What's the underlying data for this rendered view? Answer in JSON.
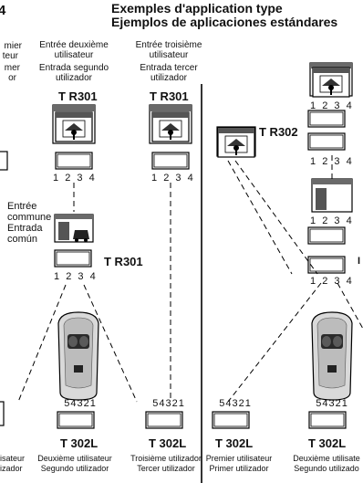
{
  "header": {
    "page_number": "4",
    "title_fr": "Exemples d'application type",
    "title_es": "Ejemplos de aplicaciones estándares"
  },
  "left": {
    "first_user_partial": [
      "mier",
      "teur",
      "mer",
      "or"
    ],
    "second_user": [
      "Entrée deuxième",
      "utilisateur",
      "Entrada segundo",
      "utilizador"
    ],
    "third_user": [
      "Entrée troisième",
      "utilisateur",
      "Entrada tercer",
      "utilizador"
    ],
    "receiver_model": "T R301",
    "common_entry": [
      "Entrée",
      "commune",
      "Entrada",
      "común"
    ],
    "dip_labels": [
      "1",
      "2",
      "3",
      "4"
    ],
    "tx_dip_labels": [
      "5",
      "4",
      "3",
      "2",
      "1"
    ],
    "tx_model": "T 302L",
    "captions": {
      "first_partial": [
        "isateur",
        "izador"
      ],
      "second": [
        "Deuxième utilisateur",
        "Segundo utilizador"
      ],
      "third": [
        "Troisième utilizador",
        "Tercer utilizador"
      ]
    }
  },
  "right": {
    "receiver_model": "T R302",
    "captions": {
      "first": [
        "Premier utilisateur",
        "Primer utilizador"
      ],
      "second": [
        "Deuxième utilisate",
        "Segundo utilizado"
      ]
    },
    "tx_model": "T 302L",
    "fragment": "I"
  }
}
